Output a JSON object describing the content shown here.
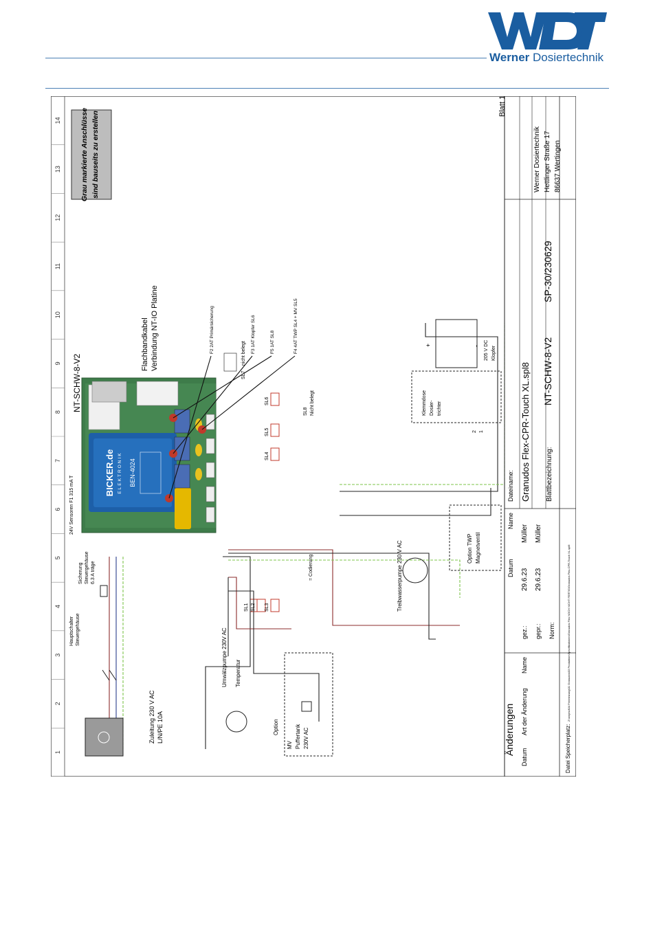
{
  "header": {
    "company_bold": "Werner",
    "company_rest": " Dosiertechnik",
    "logo_letters": "WDT",
    "brand_color": "#1a5da0"
  },
  "grid": {
    "columns": [
      "1",
      "2",
      "3",
      "4",
      "5",
      "6",
      "7",
      "8",
      "9",
      "10",
      "11",
      "12",
      "13",
      "14"
    ]
  },
  "note": {
    "line1": "Grau markierte Anschlüsse",
    "line2": "sind bauseits zu erstellen"
  },
  "board": {
    "title": "NT-SCHW-8-V2",
    "psu_brand": "BICKER.de",
    "psu_sub": "ELEKTRONIK",
    "psu_model": "BEN-4024",
    "ribbon_line1": "Flachbandkabel",
    "ribbon_line2": "Verbindung NT-IO Platine",
    "fuse_sensors": "24V Sensoren F1 315 mA T",
    "fuse_f2": "F2 2AT Primärsicherung",
    "fuse_f3": "F3 1AT Klopfer SL6",
    "fuse_f5": "F5 1AT  SL8",
    "fuse_f4": "F4 4AT TWP SL4 + MV SL5",
    "sl7": "SL7",
    "sl7_note": "nicht belegt",
    "sl8": "SL8",
    "sl8_note": "Nicht belegt",
    "connectors": [
      "SL1",
      "SL2",
      "SL3",
      "SL4",
      "SL5",
      "SL6"
    ],
    "codierung": "= Codierung"
  },
  "components": {
    "supply_line1": "Zuleitung 230 V AC",
    "supply_line2": "L/N/PE 10A",
    "main_switch_1": "Hauptschalter",
    "main_switch_2": "Steuergehäuse",
    "fuse_1": "Sicherung",
    "fuse_2": "Steuergehäuse",
    "fuse_3": "6.3 A träge",
    "pump_1": "Umwälzpumpe 230V AC",
    "pump_2": "Temperatur",
    "option": "Option",
    "mv_1": "MV",
    "mv_2": "Puffertank",
    "mv_3": "230V AC",
    "twp": "Treibwasserpumpe 230 V AC",
    "twp_option_1": "Option TWP",
    "twp_option_2": "Magnetventil",
    "klemmdose": "Klemmdose",
    "dosier_1": "Dosier-",
    "dosier_2": "trichter",
    "klopfer_1": "205 V DC",
    "klopfer_2": "Klopfer",
    "plus": "+",
    "minus": "-",
    "wire_2": "2",
    "wire_1": "1"
  },
  "title_block": {
    "aenderungen": "Änderungen",
    "col_datum": "Datum",
    "col_art": "Art der Änderung",
    "col_name": "Name",
    "gez": "gez.:",
    "gepr": "gepr.:",
    "norm": "Norm:",
    "datum_head": "Datum",
    "name_head": "Name",
    "gez_date": "29.6.23",
    "gepr_date": "29.6.23",
    "gez_name": "Müller",
    "gepr_name": "Müller",
    "dateiname_label": "Dateiname:",
    "dateiname": "Granudos Flex-CPR-Touch XL.spl8",
    "blatt_label": "Blattbezeichnung:",
    "blatt": "NT-SCHW-8-V2",
    "sp": "SP-30/230629",
    "company_1": "Werner Dosiertechnik",
    "company_2": "Hettlinger Straße 17",
    "company_3": "86637 Wertingen",
    "sheet_no": "Blatt 1",
    "storage_label": "Datei Speicherplatz:",
    "storage_path": "Z:\\smyrsd\\04 Fernheizung\\01 Granudos\\03 Produktion\\Spezifikationen\\Granudos Flex NOCH NICHT FERTIG\\Granudos Flex-CPR-Touch XL.spl8"
  }
}
